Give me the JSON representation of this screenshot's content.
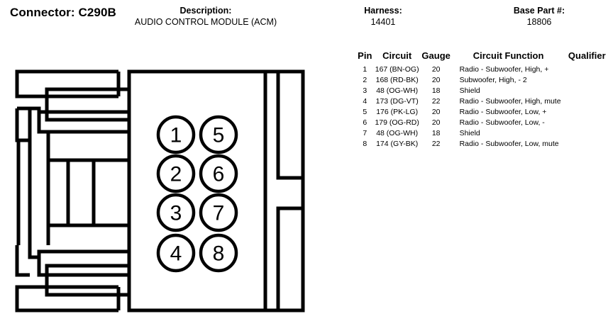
{
  "header": {
    "connector_label": "Connector: C290B",
    "description_label": "Description:",
    "description_value": "AUDIO CONTROL MODULE (ACM)",
    "harness_label": "Harness:",
    "harness_value": "14401",
    "base_part_label": "Base Part #:",
    "base_part_value": "18806"
  },
  "pin_table": {
    "columns": [
      "Pin",
      "Circuit",
      "Gauge",
      "Circuit Function",
      "Qualifier"
    ],
    "rows": [
      {
        "pin": "1",
        "circuit": "167 (BN-OG)",
        "gauge": "20",
        "function": "Radio - Subwoofer, High, +",
        "qualifier": ""
      },
      {
        "pin": "2",
        "circuit": "168 (RD-BK)",
        "gauge": "20",
        "function": "Subwoofer, High, - 2",
        "qualifier": ""
      },
      {
        "pin": "3",
        "circuit": "48 (OG-WH)",
        "gauge": "18",
        "function": "Shield",
        "qualifier": ""
      },
      {
        "pin": "4",
        "circuit": "173 (DG-VT)",
        "gauge": "22",
        "function": "Radio - Subwoofer, High, mute",
        "qualifier": ""
      },
      {
        "pin": "5",
        "circuit": "176 (PK-LG)",
        "gauge": "20",
        "function": "Radio - Subwoofer, Low, +",
        "qualifier": ""
      },
      {
        "pin": "6",
        "circuit": "179 (OG-RD)",
        "gauge": "20",
        "function": "Radio - Subwoofer, Low, -",
        "qualifier": ""
      },
      {
        "pin": "7",
        "circuit": "48 (OG-WH)",
        "gauge": "18",
        "function": "Shield",
        "qualifier": ""
      },
      {
        "pin": "8",
        "circuit": "174 (GY-BK)",
        "gauge": "22",
        "function": "Radio - Subwoofer, Low, mute",
        "qualifier": ""
      }
    ]
  },
  "connector_diagram": {
    "pin_numbers": [
      "1",
      "2",
      "3",
      "4",
      "5",
      "6",
      "7",
      "8"
    ],
    "line_color": "#000000",
    "fill_color": "#ffffff"
  }
}
